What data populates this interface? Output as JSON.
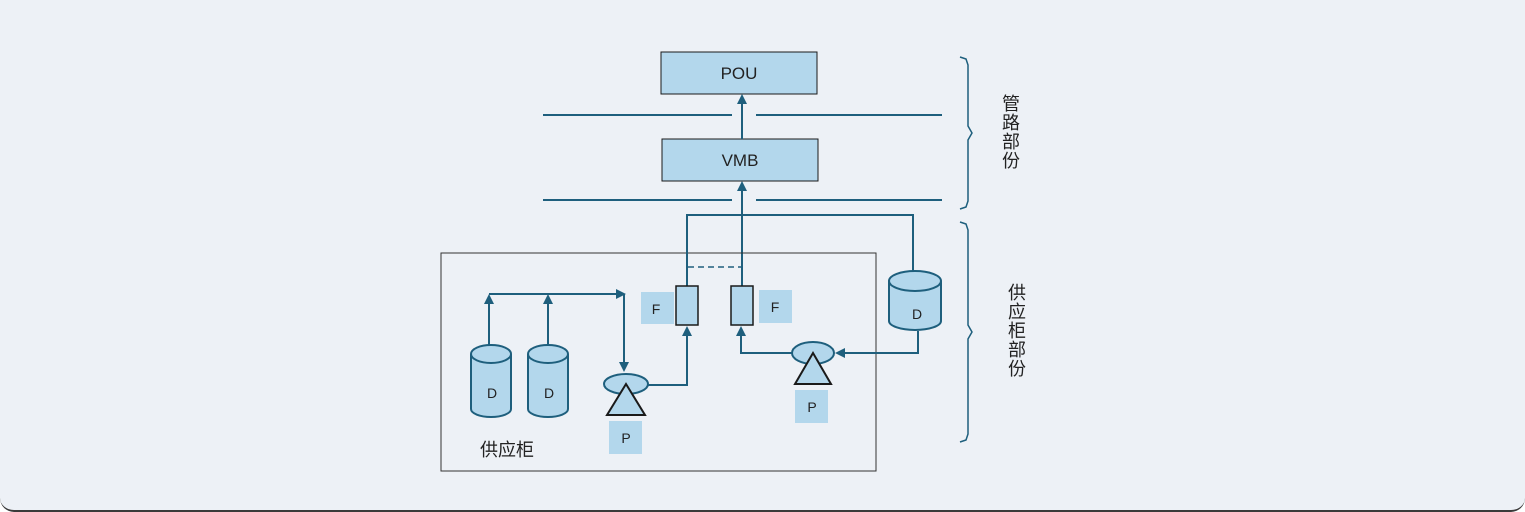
{
  "diagram": {
    "pou_label": "POU",
    "vmb_label": "VMB",
    "cabinet_label": "供应柜",
    "pipe_section_label": "管路部份",
    "cabinet_section_label": "供应柜部份",
    "drum_label": "D",
    "pump_label": "P",
    "filter_label": "F",
    "colors": {
      "box_fill": "#b3d7ec",
      "line": "#1e5f7d",
      "stroke": "#1a1a1a",
      "background": "#edf1f6"
    }
  }
}
